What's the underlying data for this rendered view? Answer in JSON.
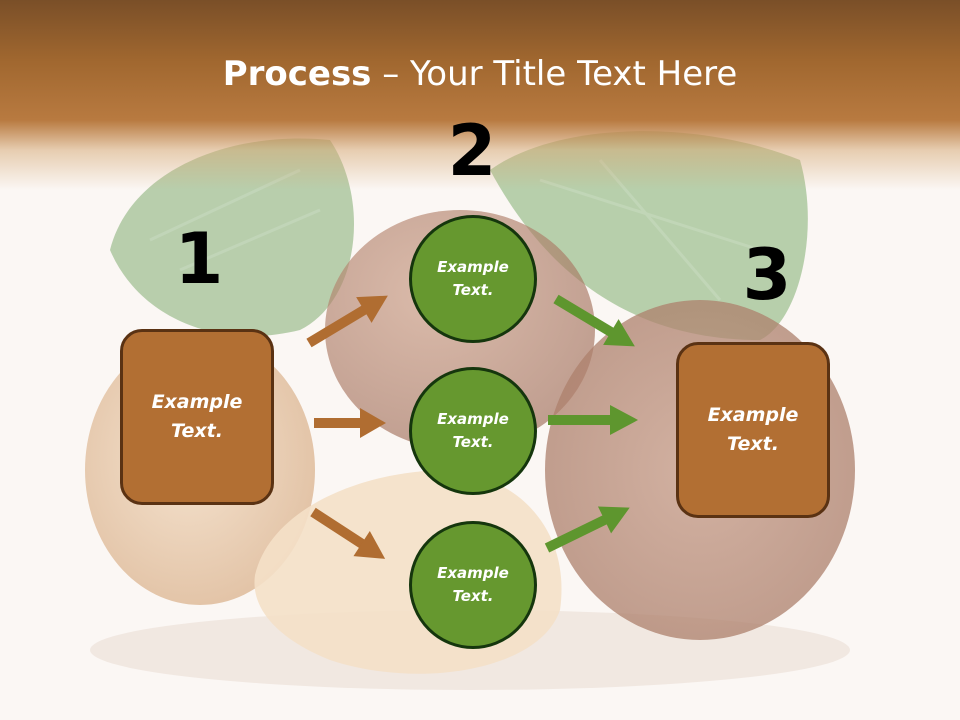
{
  "slide": {
    "title_bold": "Process",
    "title_rest": " – Your Title Text Here",
    "steps": [
      "1",
      "2",
      "3"
    ],
    "left_box": {
      "text": "Example\nText."
    },
    "right_box": {
      "text": "Example\nText."
    },
    "circles": [
      {
        "text": "Example\nText."
      },
      {
        "text": "Example\nText."
      },
      {
        "text": "Example\nText."
      }
    ]
  },
  "colors": {
    "header": "#a0672f",
    "box_fill": "#b26f33",
    "circle_fill": "#66982f",
    "arrow_brown": "#b06d31",
    "arrow_green": "#5e962e"
  }
}
